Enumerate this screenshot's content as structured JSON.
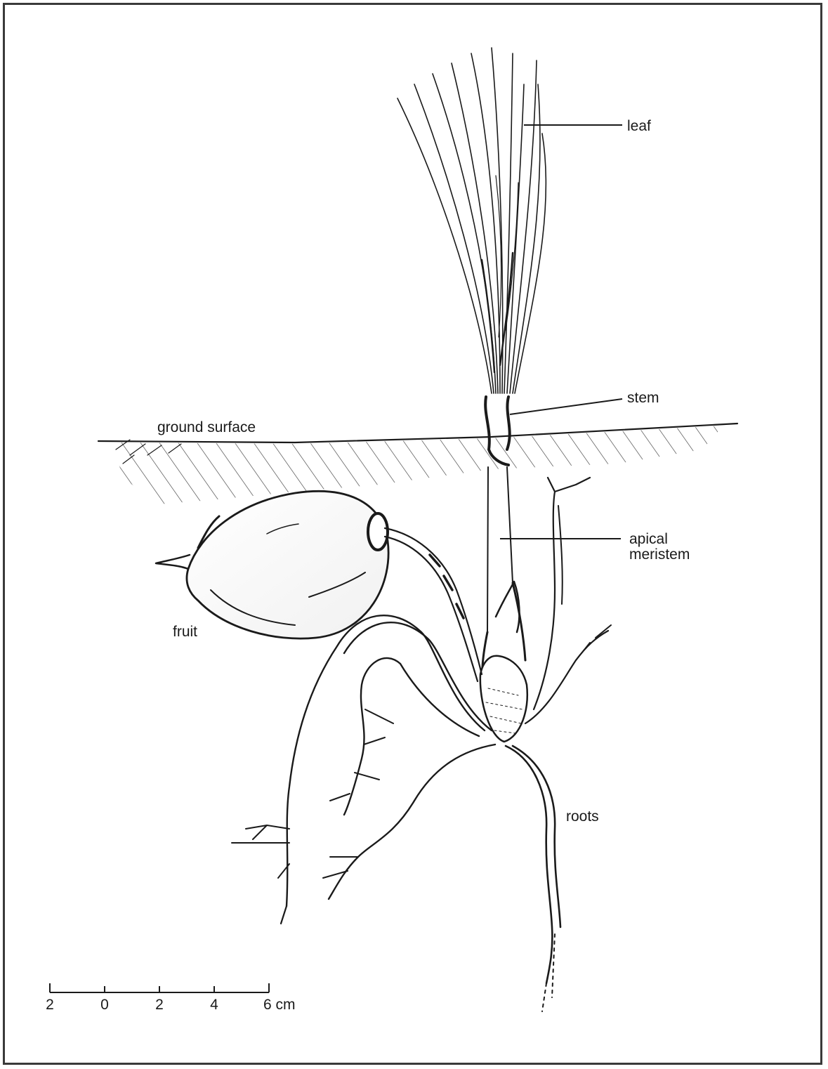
{
  "labels": {
    "leaf": "leaf",
    "stem": "stem",
    "ground_surface": "ground surface",
    "apical_meristem_line1": "apical",
    "apical_meristem_line2": "meristem",
    "fruit": "fruit",
    "roots": "roots"
  },
  "scale_bar": {
    "ticks": [
      "2",
      "0",
      "2",
      "4",
      "6 cm"
    ]
  },
  "colors": {
    "ink": "#1a1a1a",
    "frame": "#3a3a3a",
    "background": "#ffffff"
  }
}
